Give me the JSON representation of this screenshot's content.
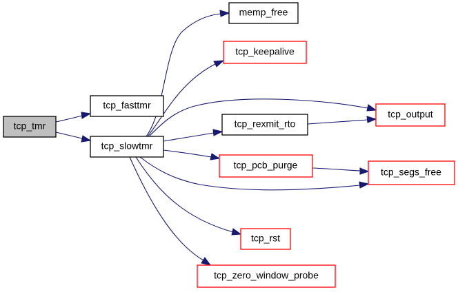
{
  "colors": {
    "edge": "#191970",
    "root_fill": "#bfbfbf",
    "root_border": "#000000",
    "documented_border": "#000000",
    "undocumented_border": "#ff0000",
    "node_fill": "#ffffff"
  },
  "nodes": [
    {
      "id": "tcp_tmr",
      "label": "tcp_tmr",
      "kind": "root"
    },
    {
      "id": "tcp_fasttmr",
      "label": "tcp_fasttmr",
      "kind": "documented"
    },
    {
      "id": "tcp_slowtmr",
      "label": "tcp_slowtmr",
      "kind": "documented"
    },
    {
      "id": "memp_free",
      "label": "memp_free",
      "kind": "documented"
    },
    {
      "id": "tcp_keepalive",
      "label": "tcp_keepalive",
      "kind": "undocumented"
    },
    {
      "id": "tcp_output",
      "label": "tcp_output",
      "kind": "undocumented"
    },
    {
      "id": "tcp_rexmit_rto",
      "label": "tcp_rexmit_rto",
      "kind": "documented"
    },
    {
      "id": "tcp_pcb_purge",
      "label": "tcp_pcb_purge",
      "kind": "undocumented"
    },
    {
      "id": "tcp_segs_free",
      "label": "tcp_segs_free",
      "kind": "undocumented"
    },
    {
      "id": "tcp_rst",
      "label": "tcp_rst",
      "kind": "undocumented"
    },
    {
      "id": "tcp_zero_window_probe",
      "label": "tcp_zero_window_probe",
      "kind": "undocumented"
    }
  ],
  "edges": [
    {
      "from": "tcp_tmr",
      "to": "tcp_fasttmr"
    },
    {
      "from": "tcp_tmr",
      "to": "tcp_slowtmr"
    },
    {
      "from": "tcp_slowtmr",
      "to": "memp_free"
    },
    {
      "from": "tcp_slowtmr",
      "to": "tcp_keepalive"
    },
    {
      "from": "tcp_slowtmr",
      "to": "tcp_output"
    },
    {
      "from": "tcp_slowtmr",
      "to": "tcp_rexmit_rto"
    },
    {
      "from": "tcp_slowtmr",
      "to": "tcp_pcb_purge"
    },
    {
      "from": "tcp_slowtmr",
      "to": "tcp_segs_free"
    },
    {
      "from": "tcp_slowtmr",
      "to": "tcp_rst"
    },
    {
      "from": "tcp_slowtmr",
      "to": "tcp_zero_window_probe"
    },
    {
      "from": "tcp_rexmit_rto",
      "to": "tcp_output"
    },
    {
      "from": "tcp_pcb_purge",
      "to": "tcp_segs_free"
    }
  ]
}
